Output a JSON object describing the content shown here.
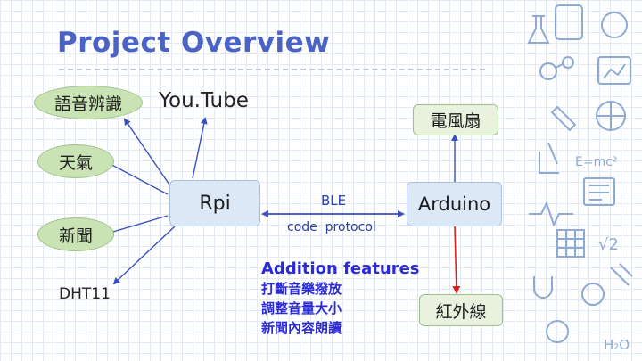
{
  "title": "Project Overview",
  "nodes": {
    "rpi": "Rpi",
    "arduino": "Arduino",
    "fan": "電風扇",
    "infrared": "紅外線"
  },
  "services": {
    "speech": "語音辨識",
    "youtube": "You.Tube",
    "weather": "天氣",
    "news": "新聞",
    "dht11": "DHT11"
  },
  "link": {
    "protocol": "BLE",
    "protocol_sub": "code  protocol"
  },
  "features": {
    "title": "Addition features",
    "items": [
      "打斷音樂撥放",
      "調整音量大小",
      "新聞內容朗讀"
    ]
  },
  "colors": {
    "title": "#4a63c5",
    "arrow": "#3a4fc0",
    "red_arrow": "#e02020",
    "cloud_fill": "#c9e3b4",
    "rpi_fill": "#dde8f7",
    "feature_text": "#2a2ad8"
  }
}
